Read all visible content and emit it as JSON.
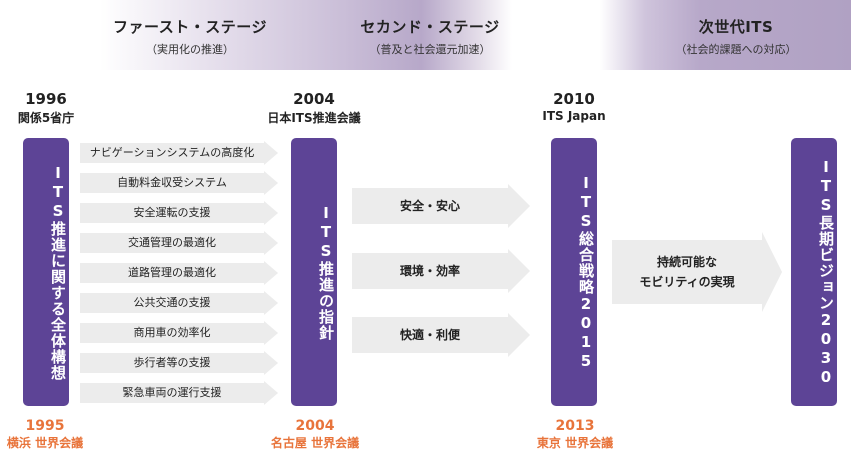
{
  "stages": [
    {
      "title": "ファースト・ステージ",
      "subtitle": "（実用化の推進）"
    },
    {
      "title": "セカンド・ステージ",
      "subtitle": "（普及と社会還元加速）"
    },
    {
      "title": "次世代ITS",
      "subtitle": "（社会的課題への対応）"
    }
  ],
  "milestones": [
    {
      "year": "1996",
      "label": "関係5省庁"
    },
    {
      "year": "2004",
      "label": "日本ITS推進会議"
    },
    {
      "year": "2010",
      "label": "ITS Japan"
    }
  ],
  "pillars": [
    "ITS推進に関する全体構想",
    "ITS推進の指針",
    "ITS総合戦略2015",
    "ITS長期ビジョン2030"
  ],
  "development_areas": [
    "ナビゲーションシステムの高度化",
    "自動料金収受システム",
    "安全運転の支援",
    "交通管理の最適化",
    "道路管理の最適化",
    "公共交通の支援",
    "商用車の効率化",
    "歩行者等の支援",
    "緊急車両の運行支援"
  ],
  "goals": [
    "安全・安心",
    "環境・効率",
    "快適・利便"
  ],
  "sustainable": {
    "line1": "持続可能な",
    "line2": "モビリティの実現"
  },
  "congresses": [
    {
      "year": "1995",
      "label": "横浜 世界会議"
    },
    {
      "year": "2004",
      "label": "名古屋 世界会議"
    },
    {
      "year": "2013",
      "label": "東京 世界会議"
    }
  ],
  "colors": {
    "pillar": "#5d4496",
    "congress": "#e8743b",
    "arrow": "#ececec",
    "band": "#b7a8c9"
  }
}
